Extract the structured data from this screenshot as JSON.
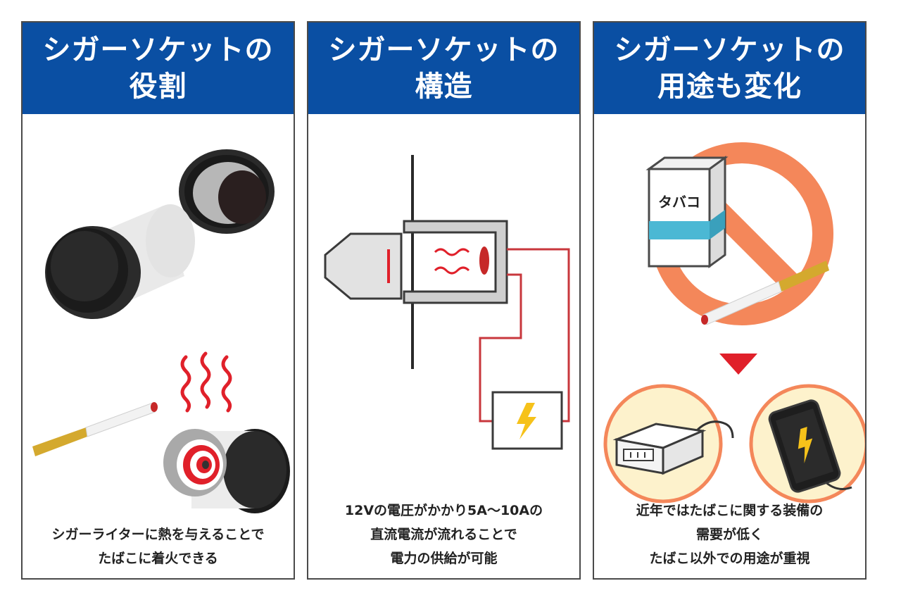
{
  "panels": [
    {
      "title_line1": "シガーソケットの",
      "title_line2": "役割",
      "caption_lines": [
        "シガーライターに熱を与えることで",
        "たばこに着火できる"
      ]
    },
    {
      "title_line1": "シガーソケットの",
      "title_line2": "構造",
      "caption_lines": [
        "12Vの電圧がかかり5A〜10Aの",
        "直流電流が流れることで",
        "電力の供給が可能"
      ]
    },
    {
      "title_line1": "シガーソケットの",
      "title_line2": "用途も変化",
      "caption_lines": [
        "近年ではたばこに関する装備の",
        "需要が低く",
        "たばこ以外での用途が重視"
      ]
    }
  ],
  "cigarette_box_label": "タバコ",
  "colors": {
    "header_blue": "#0a4fa3",
    "heat_red": "#e0202a",
    "wire_red": "#c8373c",
    "prohibit_orange": "#f4875a",
    "lightning_yellow": "#f6c21a",
    "accent_cyan": "#4bb8d4"
  },
  "icons": [
    "cigar-lighter-icon",
    "cigar-socket-icon",
    "cigarette-icon",
    "heat-waves-icon",
    "battery-icon",
    "lightning-icon",
    "prohibition-icon",
    "tobacco-box-icon",
    "usb-adapter-icon",
    "smartphone-icon",
    "arrow-down-icon"
  ]
}
